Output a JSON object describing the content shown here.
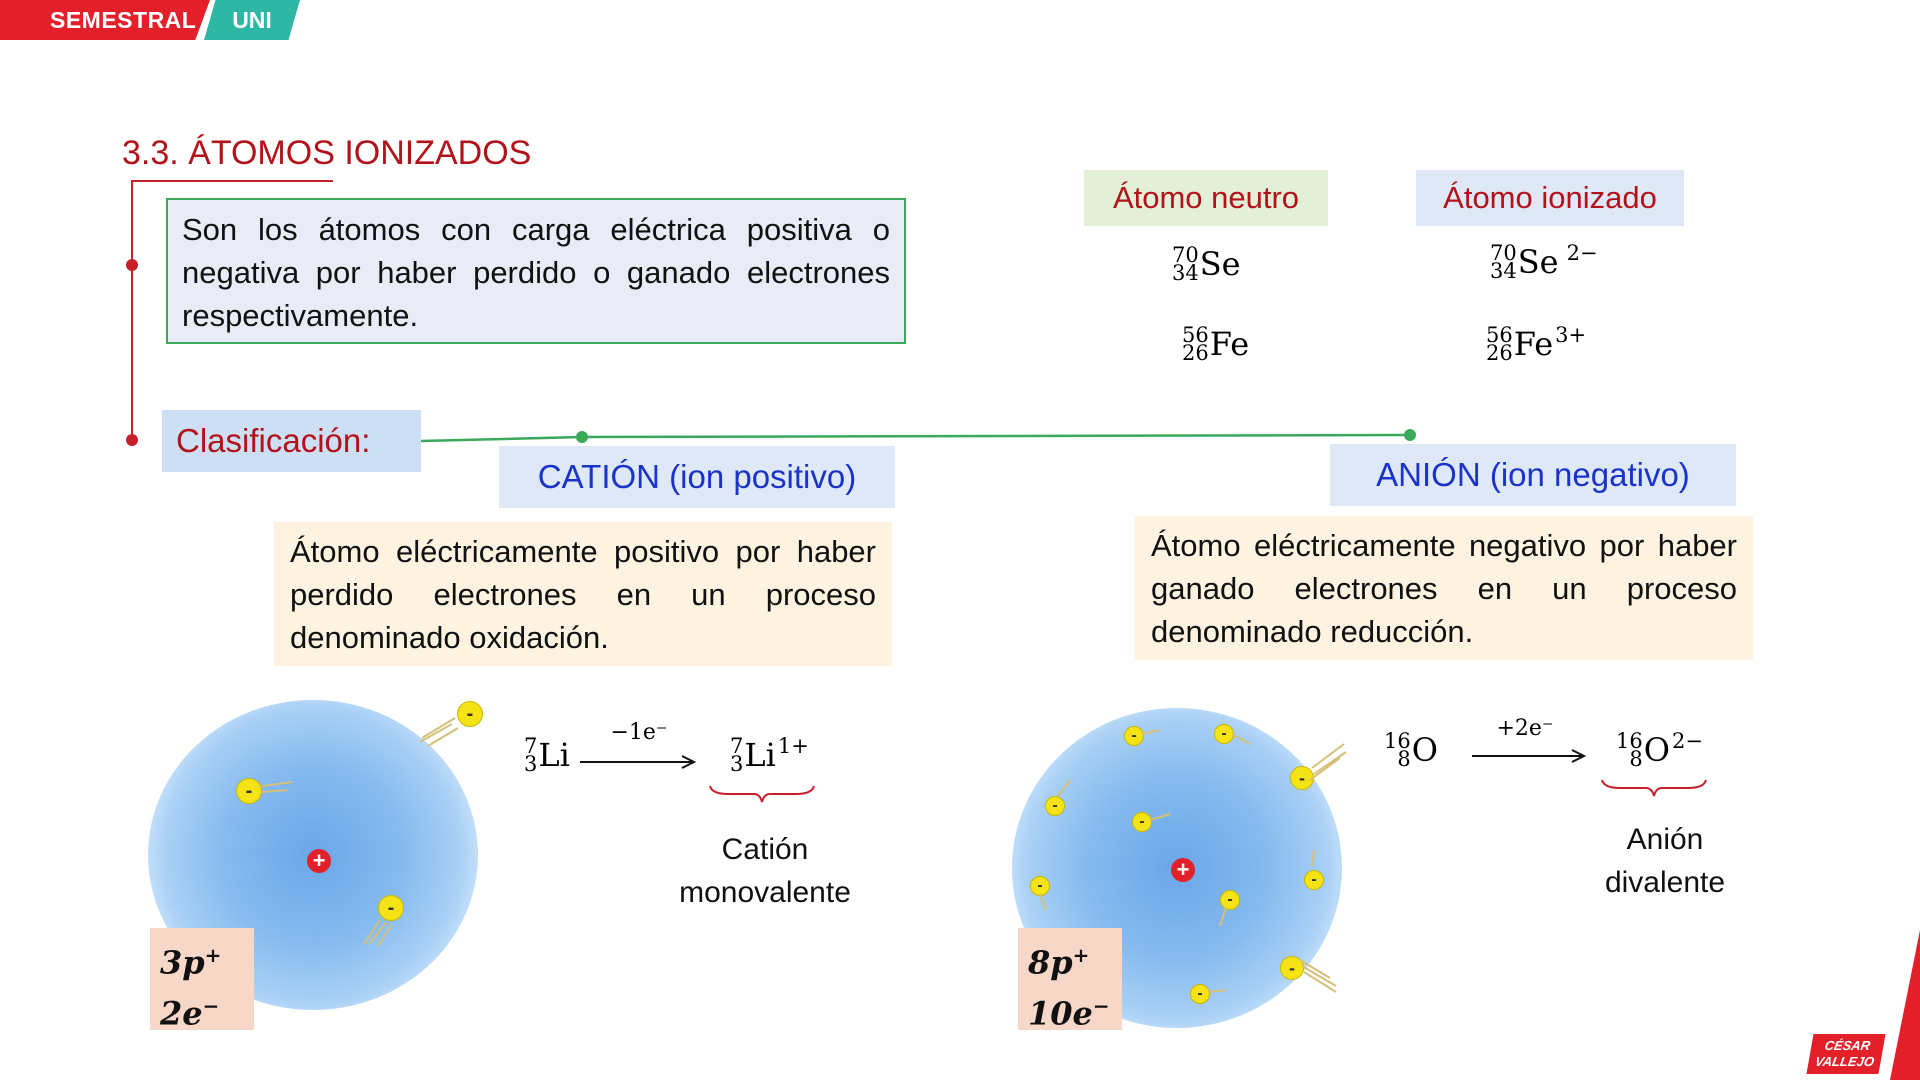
{
  "header": {
    "semestral": "SEMESTRAL",
    "uni": "UNI"
  },
  "section_title": "3.3. ÁTOMOS IONIZADOS",
  "definition": "Son los átomos con carga eléctrica positiva o negativa por haber perdido o ganado electrones respectivamente.",
  "table": {
    "neutral_header": "Átomo neutro",
    "ionized_header": "Átomo ionizado",
    "rows": [
      {
        "neutral": {
          "mass": "70",
          "z": "34",
          "sym": "Se",
          "charge": ""
        },
        "ion": {
          "mass": "70",
          "z": "34",
          "sym": "Se",
          "charge": "2−"
        }
      },
      {
        "neutral": {
          "mass": "56",
          "z": "26",
          "sym": "Fe",
          "charge": ""
        },
        "ion": {
          "mass": "56",
          "z": "26",
          "sym": "Fe",
          "charge": "3+"
        }
      }
    ]
  },
  "classification_label": "Clasificación:",
  "cation": {
    "heading": "CATIÓN (ion positivo)",
    "description": "Átomo eléctricamente positivo por haber perdido electrones en un proceso denominado oxidación.",
    "protons": "3p",
    "protons_sup": "+",
    "electrons": "2e",
    "electrons_sup": "−",
    "reaction": {
      "from": {
        "mass": "7",
        "z": "3",
        "sym": "Li",
        "charge": ""
      },
      "arrow_label": "−1e⁻",
      "to": {
        "mass": "7",
        "z": "3",
        "sym": "Li",
        "charge": "1+"
      }
    },
    "caption_line1": "Catión",
    "caption_line2": "monovalente"
  },
  "anion": {
    "heading": "ANIÓN (ion negativo)",
    "description": "Átomo eléctricamente negativo por haber ganado electrones en un proceso denominado reducción.",
    "protons": "8p",
    "protons_sup": "+",
    "electrons": "10e",
    "electrons_sup": "−",
    "reaction": {
      "from": {
        "mass": "16",
        "z": "8",
        "sym": "O",
        "charge": ""
      },
      "arrow_label": "+2e⁻",
      "to": {
        "mass": "16",
        "z": "8",
        "sym": "O",
        "charge": "2−"
      }
    },
    "caption_line1": "Anión",
    "caption_line2": "divalente"
  },
  "symbols": {
    "plus": "+",
    "minus": "-"
  },
  "colors": {
    "title_red": "#b3121b",
    "heading_blue": "#1a33c8",
    "connector_green": "#3aaa5a",
    "brand_red": "#e3202a",
    "brand_teal": "#2fb7a6"
  },
  "logo": {
    "line1": "CÉSAR",
    "line2": "VALLEJO"
  }
}
